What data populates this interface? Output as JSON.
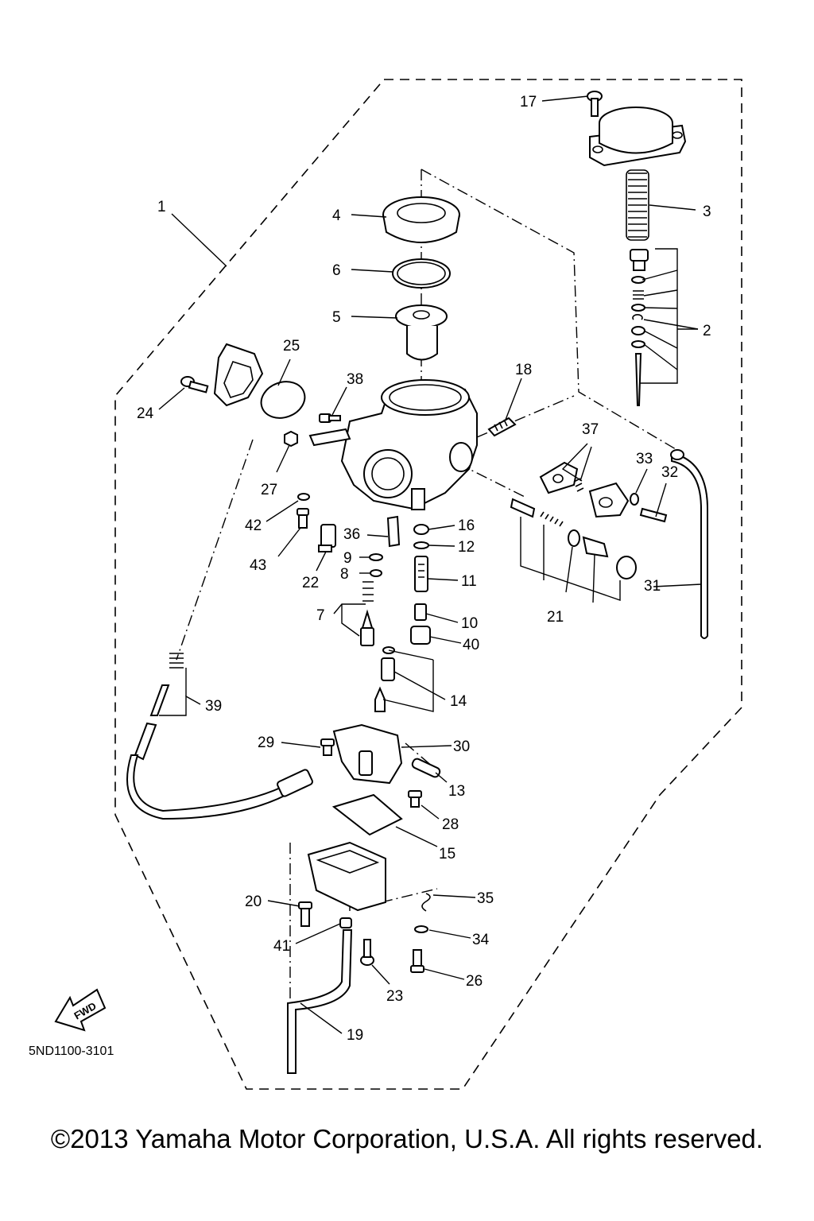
{
  "reference_number": "5ND1100-3101",
  "fwd_label": "FWD",
  "copyright": "©2013 Yamaha Motor Corporation, U.S.A. All rights reserved.",
  "callouts": {
    "c1": "1",
    "c2": "2",
    "c3": "3",
    "c4": "4",
    "c5": "5",
    "c6": "6",
    "c7": "7",
    "c8": "8",
    "c9": "9",
    "c10": "10",
    "c11": "11",
    "c12": "12",
    "c13": "13",
    "c14": "14",
    "c15": "15",
    "c16": "16",
    "c17": "17",
    "c18": "18",
    "c19": "19",
    "c20": "20",
    "c21": "21",
    "c22": "22",
    "c23": "23",
    "c24": "24",
    "c25": "25",
    "c26": "26",
    "c27": "27",
    "c28": "28",
    "c29": "29",
    "c30": "30",
    "c31": "31",
    "c32": "32",
    "c33": "33",
    "c34": "34",
    "c35": "35",
    "c36": "36",
    "c37": "37",
    "c38": "38",
    "c39": "39",
    "c40": "40",
    "c41": "41",
    "c42": "42",
    "c43": "43"
  }
}
